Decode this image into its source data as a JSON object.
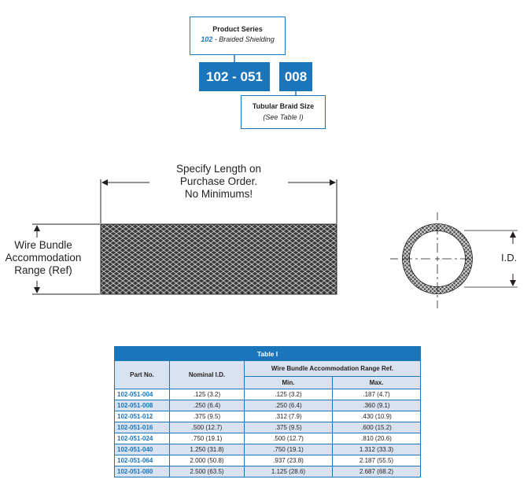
{
  "breakdown": {
    "series_title": "Product Series",
    "series_code": "102",
    "series_desc": " - Braided Shielding",
    "pn_part1": "102 - 051",
    "pn_part2": "008",
    "size_title": "Tubular Braid Size",
    "size_note": "(See Table I)"
  },
  "drawing": {
    "length_note": [
      "Specify Length on",
      "Purchase Order.",
      "No Minimums!"
    ],
    "wire_bundle_note": [
      "Wire Bundle",
      "Accommodation",
      "Range (Ref)"
    ],
    "id_label": "I.D."
  },
  "table": {
    "caption": "Table I",
    "headers": {
      "part_no": "Part No.",
      "nominal_id": "Nominal I.D.",
      "range": "Wire Bundle Accommodation Range Ref.",
      "min": "Min.",
      "max": "Max."
    },
    "rows": [
      {
        "part": "102-051-004",
        "nominal": ".125 (3.2)",
        "min": ".125 (3.2)",
        "max": ".187 (4.7)"
      },
      {
        "part": "102-051-008",
        "nominal": ".250 (6.4)",
        "min": ".250 (6.4)",
        "max": ".360 (9.1)"
      },
      {
        "part": "102-051-012",
        "nominal": ".375 (9.5)",
        "min": ".312 (7.9)",
        "max": ".430 (10.9)"
      },
      {
        "part": "102-051-016",
        "nominal": ".500 (12.7)",
        "min": ".375 (9.5)",
        "max": ".600 (15.2)"
      },
      {
        "part": "102-051-024",
        "nominal": ".750 (19.1)",
        "min": ".500 (12.7)",
        "max": ".810 (20.6)"
      },
      {
        "part": "102-051-040",
        "nominal": "1.250 (31.8)",
        "min": ".750 (19.1)",
        "max": "1.312 (33.3)"
      },
      {
        "part": "102-051-064",
        "nominal": "2.000 (50.8)",
        "min": ".937 (23.8)",
        "max": "2.187 (55.5)"
      },
      {
        "part": "102-051-080",
        "nominal": "2.500 (63.5)",
        "min": "1.125 (28.6)",
        "max": "2.687 (68.2)"
      }
    ]
  },
  "colors": {
    "brand_blue": "#1b75bb",
    "row_shade": "#d9e2f0"
  }
}
